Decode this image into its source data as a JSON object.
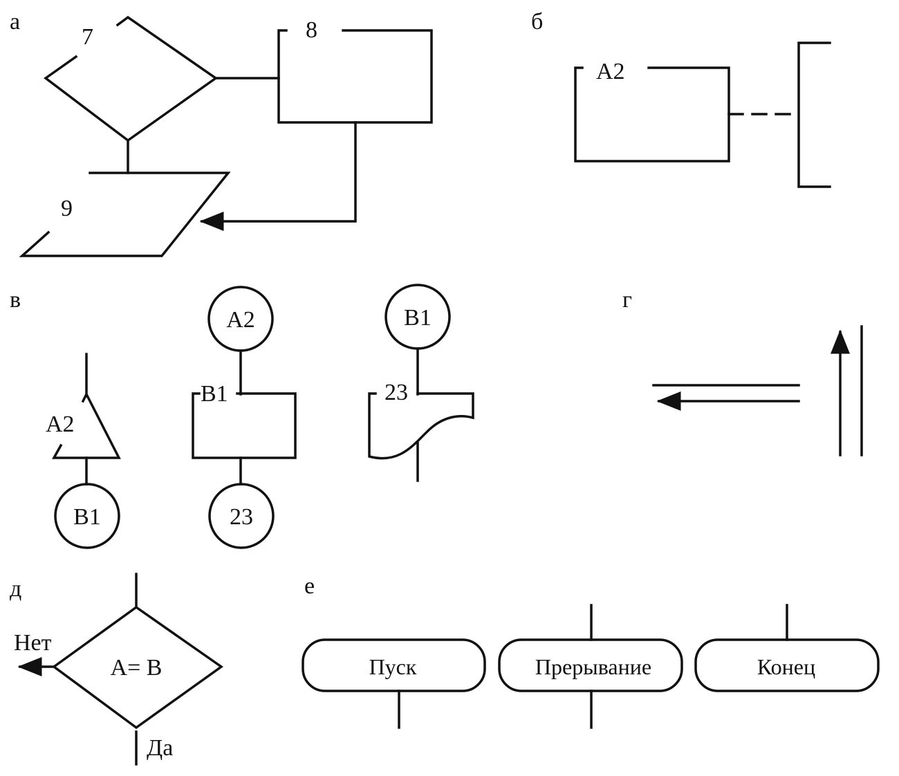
{
  "panels": {
    "a": {
      "letter": "а",
      "numbers": [
        "7",
        "8",
        "9"
      ]
    },
    "b": {
      "letter": "б",
      "label": "A2"
    },
    "v": {
      "letter": "в",
      "connector_left": {
        "tag": "A2",
        "circle": "B1"
      },
      "connector_mid": {
        "circle_top": "A2",
        "tag": "B1",
        "circle_bottom": "23"
      },
      "connector_right": {
        "circle_top": "B1",
        "tag": "23"
      }
    },
    "g": {
      "letter": "г"
    },
    "d": {
      "letter": "д",
      "condition": "A= B",
      "no": "Нет",
      "yes": "Да"
    },
    "e": {
      "letter": "е",
      "terminators": [
        "Пуск",
        "Прерывание",
        "Конец"
      ]
    }
  }
}
